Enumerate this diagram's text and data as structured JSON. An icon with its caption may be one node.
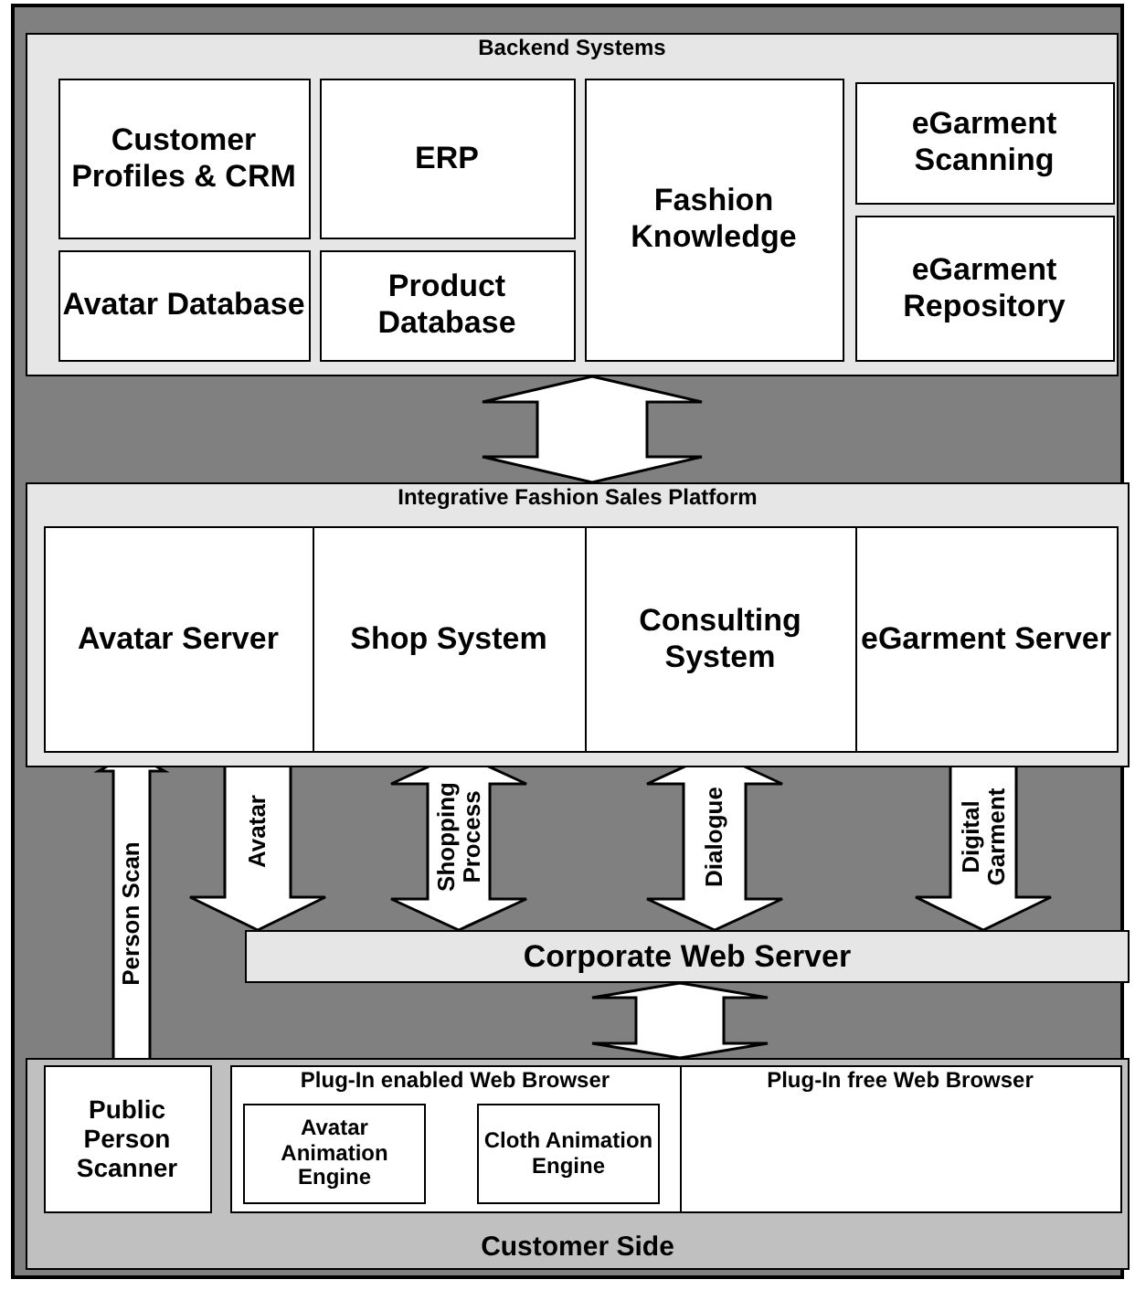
{
  "diagram": {
    "nodes": [
      {
        "text": [
          "Backend Systems"
        ]
      },
      {
        "text": [
          "Customer Profiles & CRM"
        ],
        "in": 0
      },
      {
        "text": [
          "ERP"
        ],
        "in": 0
      },
      {
        "text": [
          "Fashion Knowledge"
        ],
        "in": 0
      },
      {
        "text": [
          "eGarment Scanning"
        ],
        "in": 0
      },
      {
        "text": [
          "Avatar Database"
        ],
        "in": 0
      },
      {
        "text": [
          "Product Database"
        ],
        "in": 0
      },
      {
        "text": [
          "eGarment Repository"
        ],
        "in": 0
      },
      {
        "text": [
          "Integrative Fashion Sales Platform"
        ]
      },
      {
        "text": [
          "Avatar Server"
        ],
        "in": 8
      },
      {
        "text": [
          "Shop System"
        ],
        "in": 8
      },
      {
        "text": [
          "Consulting System"
        ],
        "in": 8
      },
      {
        "text": [
          "eGarment Server"
        ],
        "in": 8
      },
      {
        "text": [
          "Corporate Web Server"
        ]
      },
      {
        "text": [
          "Customer Side"
        ]
      },
      {
        "text": [
          "Public Person Scanner"
        ],
        "in": 14
      },
      {
        "text": [
          "Plug-In enabled Web Browser"
        ],
        "in": 14
      },
      {
        "text": [
          "Avatar Animation Engine"
        ],
        "in": 16
      },
      {
        "text": [
          "Cloth Animation Engine"
        ],
        "in": 16
      },
      {
        "text": [
          "Plug-In free Web Browser"
        ],
        "in": 14
      }
    ],
    "edges": [
      {
        "from": 0,
        "to": 8,
        "arrow": "both"
      },
      {
        "from": 15,
        "to": 9,
        "arrow": "to",
        "label": "Person Scan"
      },
      {
        "from": 9,
        "to": 13,
        "arrow": "to",
        "label": "Avatar"
      },
      {
        "from": 10,
        "to": 13,
        "arrow": "both",
        "label": "Shopping Process"
      },
      {
        "from": 11,
        "to": 13,
        "arrow": "both",
        "label": "Dialogue"
      },
      {
        "from": 12,
        "to": 13,
        "arrow": "to",
        "label": "Digital Garment"
      },
      {
        "from": 13,
        "to": 14,
        "arrow": "both"
      }
    ]
  }
}
